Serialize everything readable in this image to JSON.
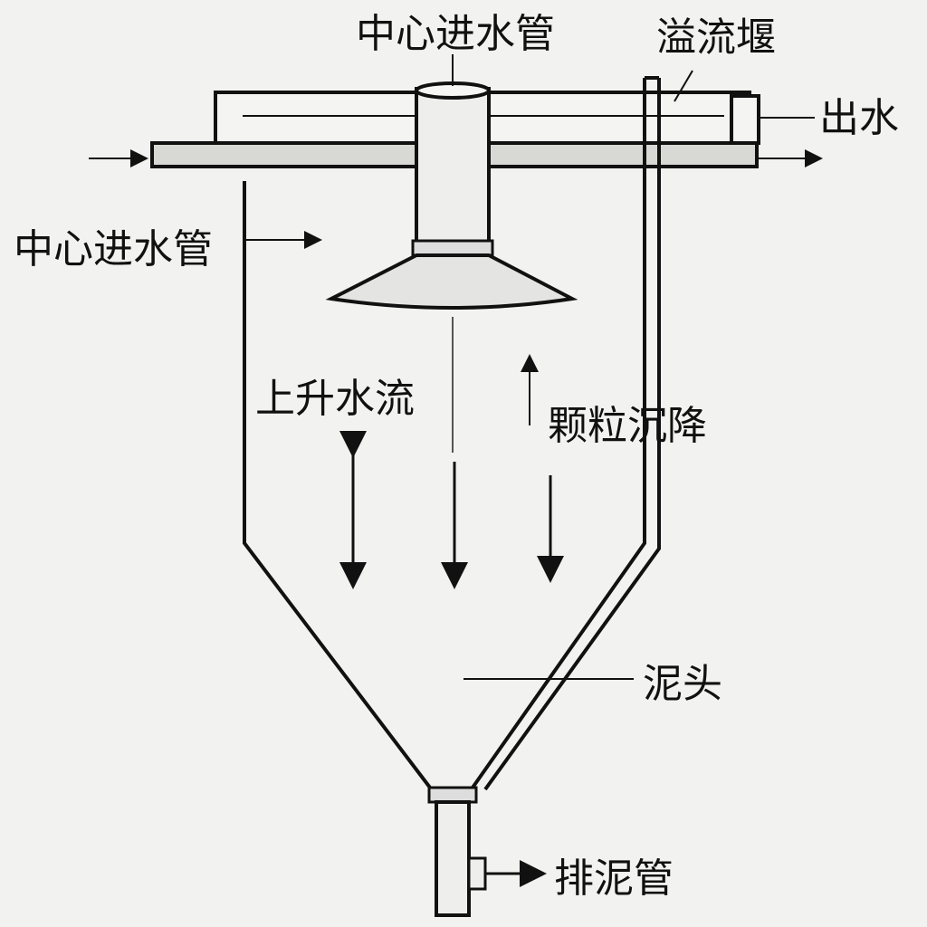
{
  "labels": {
    "center_inlet_top": "中心进水管",
    "overflow_weir": "溢流堰",
    "outlet": "出水",
    "center_inlet_left": "中心进水管",
    "upward_flow": "上升水流",
    "particle_settling": "颗粒沉降",
    "sludge_hopper": "泥头",
    "sludge_pipe": "排泥管"
  },
  "colors": {
    "line": "#111111",
    "background": "#f2f2f0",
    "pipe_fill": "#d8d8d4"
  }
}
